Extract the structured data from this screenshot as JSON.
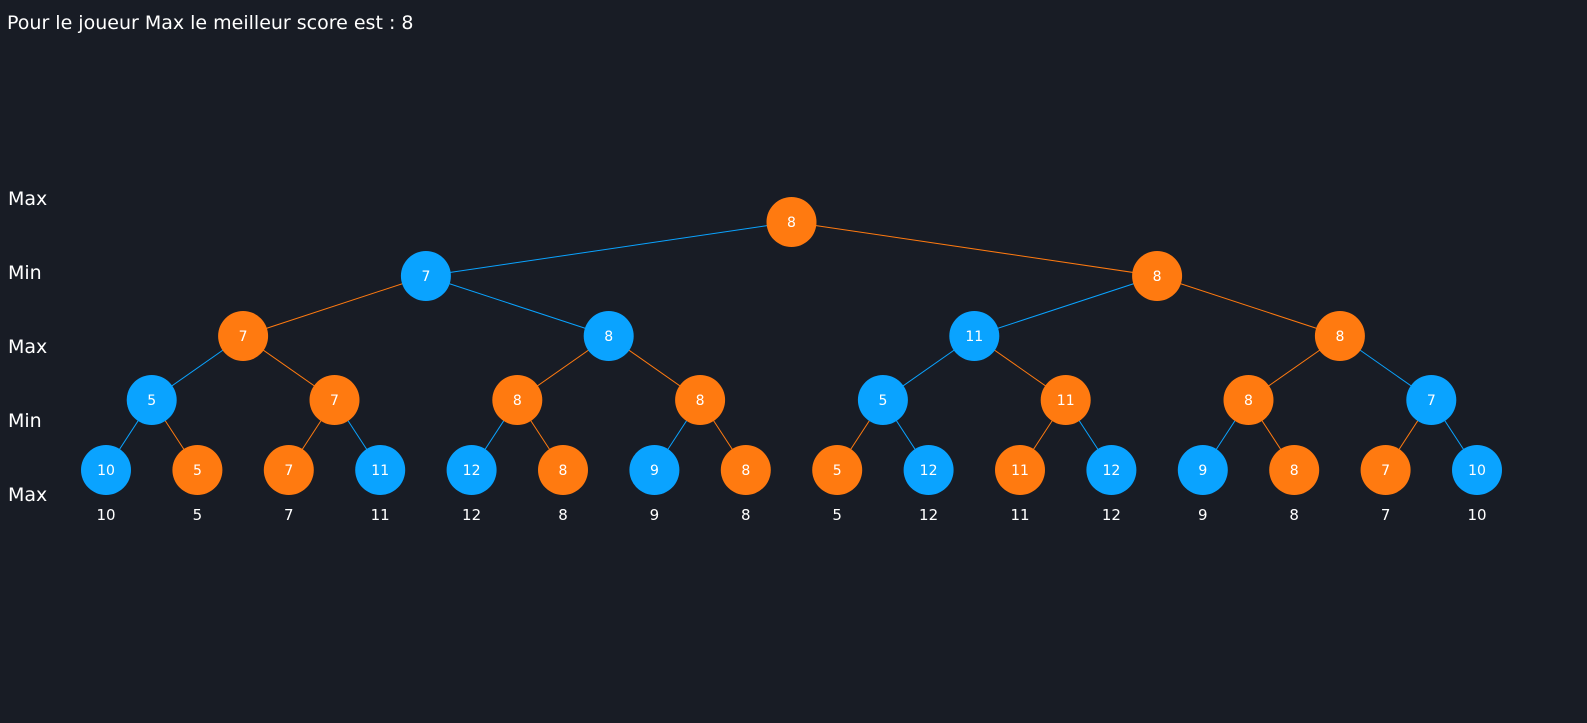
{
  "header": {
    "text": "Pour le joueur Max le meilleur score est : 8"
  },
  "colors": {
    "background": "#181c25",
    "max_node": "#ff7a10",
    "min_node": "#0aa3ff",
    "text": "#ffffff"
  },
  "levels": [
    "Max",
    "Min",
    "Max",
    "Min",
    "Max"
  ],
  "tree": {
    "levels": [
      [
        8
      ],
      [
        7,
        8
      ],
      [
        7,
        8,
        11,
        8
      ],
      [
        5,
        7,
        8,
        8,
        5,
        11,
        8,
        7
      ],
      [
        10,
        5,
        7,
        11,
        12,
        8,
        9,
        8,
        5,
        12,
        11,
        12,
        9,
        8,
        7,
        10
      ]
    ],
    "leaf_values": [
      10,
      5,
      7,
      11,
      12,
      8,
      9,
      8,
      5,
      12,
      11,
      12,
      9,
      8,
      7,
      10
    ]
  }
}
